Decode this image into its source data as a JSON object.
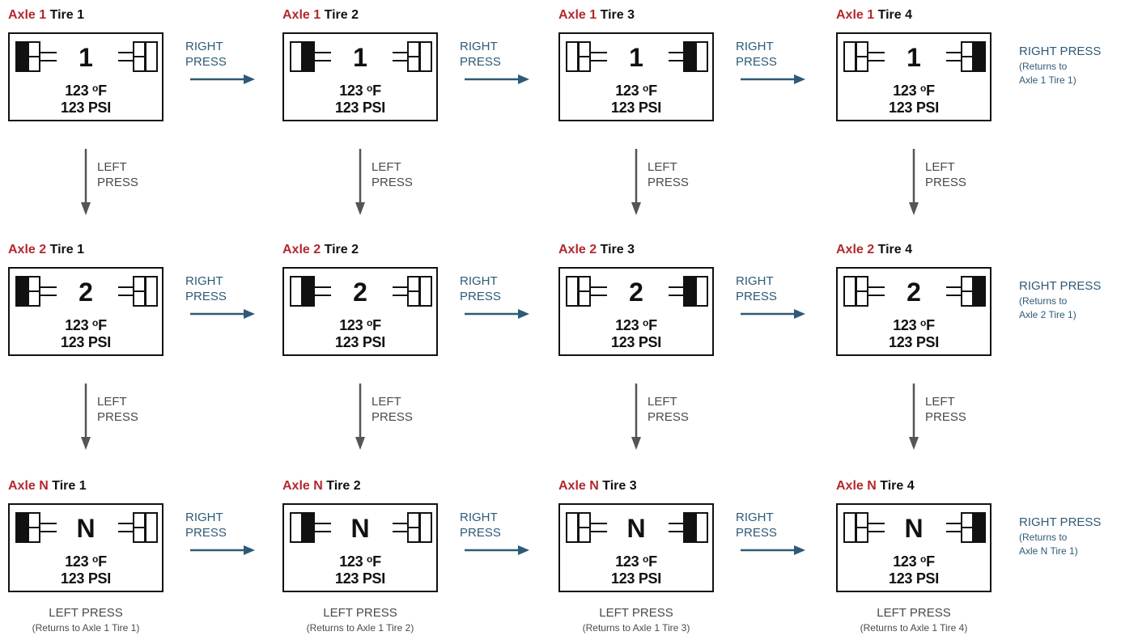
{
  "colors": {
    "axle_red": "#b3282d",
    "right_blue": "#2e5a77",
    "left_gray": "#555555",
    "frame": "#111111"
  },
  "rows": [
    {
      "axle_label": "Axle 1",
      "axle_number": "1",
      "right_return": {
        "line1": "RIGHT PRESS",
        "line2": "(Returns to",
        "line3": "Axle 1 Tire 1)"
      },
      "cells": [
        {
          "tire_label": "Tire 1",
          "active_tire": 1,
          "temp_value": "123",
          "temp_unit": "F",
          "pressure": "123 PSI"
        },
        {
          "tire_label": "Tire 2",
          "active_tire": 2,
          "temp_value": "123",
          "temp_unit": "F",
          "pressure": "123 PSI"
        },
        {
          "tire_label": "Tire 3",
          "active_tire": 3,
          "temp_value": "123",
          "temp_unit": "F",
          "pressure": "123 PSI"
        },
        {
          "tire_label": "Tire 4",
          "active_tire": 4,
          "temp_value": "123",
          "temp_unit": "F",
          "pressure": "123 PSI"
        }
      ]
    },
    {
      "axle_label": "Axle 2",
      "axle_number": "2",
      "right_return": {
        "line1": "RIGHT PRESS",
        "line2": "(Returns to",
        "line3": "Axle 2 Tire 1)"
      },
      "cells": [
        {
          "tire_label": "Tire 1",
          "active_tire": 1,
          "temp_value": "123",
          "temp_unit": "F",
          "pressure": "123 PSI"
        },
        {
          "tire_label": "Tire 2",
          "active_tire": 2,
          "temp_value": "123",
          "temp_unit": "F",
          "pressure": "123 PSI"
        },
        {
          "tire_label": "Tire 3",
          "active_tire": 3,
          "temp_value": "123",
          "temp_unit": "F",
          "pressure": "123 PSI"
        },
        {
          "tire_label": "Tire 4",
          "active_tire": 4,
          "temp_value": "123",
          "temp_unit": "F",
          "pressure": "123 PSI"
        }
      ]
    },
    {
      "axle_label": "Axle N",
      "axle_number": "N",
      "right_return": {
        "line1": "RIGHT PRESS",
        "line2": "(Returns to",
        "line3": "Axle N Tire 1)"
      },
      "cells": [
        {
          "tire_label": "Tire 1",
          "active_tire": 1,
          "temp_value": "123",
          "temp_unit": "F",
          "pressure": "123 PSI"
        },
        {
          "tire_label": "Tire 2",
          "active_tire": 2,
          "temp_value": "123",
          "temp_unit": "F",
          "pressure": "123 PSI"
        },
        {
          "tire_label": "Tire 3",
          "active_tire": 3,
          "temp_value": "123",
          "temp_unit": "F",
          "pressure": "123 PSI"
        },
        {
          "tire_label": "Tire 4",
          "active_tire": 4,
          "temp_value": "123",
          "temp_unit": "F",
          "pressure": "123 PSI"
        }
      ]
    }
  ],
  "right_press": {
    "line1": "RIGHT",
    "line2": "PRESS"
  },
  "left_press": {
    "line1": "LEFT",
    "line2": "PRESS"
  },
  "bottom_returns": [
    {
      "line1": "LEFT PRESS",
      "line2": "(Returns to Axle 1 Tire 1)"
    },
    {
      "line1": "LEFT PRESS",
      "line2": "(Returns to Axle 1 Tire 2)"
    },
    {
      "line1": "LEFT PRESS",
      "line2": "(Returns to Axle 1 Tire 3)"
    },
    {
      "line1": "LEFT PRESS",
      "line2": "(Returns to Axle 1 Tire 4)"
    }
  ]
}
